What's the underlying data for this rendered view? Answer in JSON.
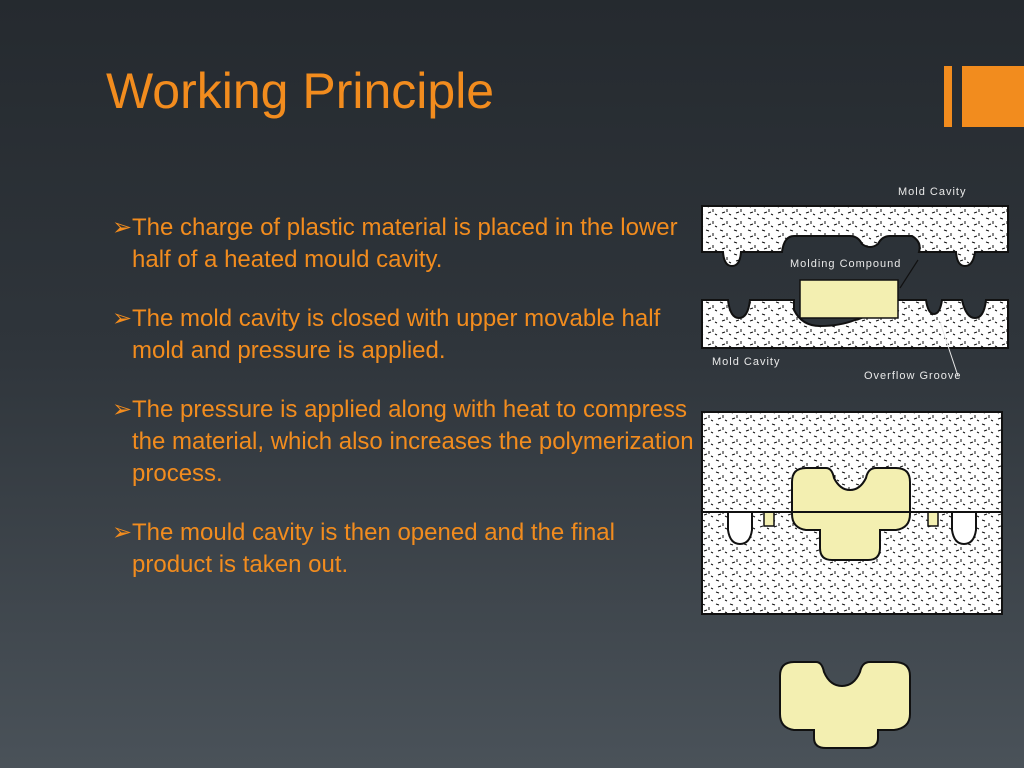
{
  "slide": {
    "title": "Working Principle",
    "bullet_marker": "➢",
    "bullets": [
      "The charge of plastic material is placed in the lower half of a heated mould cavity.",
      "The mold cavity is closed with upper movable half mold and pressure is applied.",
      "The pressure is applied along with heat  to compress the material, which also increases the polymerization process.",
      "The mould cavity is then opened and the final product is taken out."
    ]
  },
  "diagram_labels": {
    "mold_cavity_top": "Mold Cavity",
    "molding_compound": "Molding Compound",
    "mold_cavity_bottom": "Mold Cavity",
    "overflow_groove": "Overflow Groove"
  },
  "colors": {
    "accent": "#f28c1e",
    "compound_fill": "#f3efb1",
    "mold_fill": "#ffffff"
  }
}
